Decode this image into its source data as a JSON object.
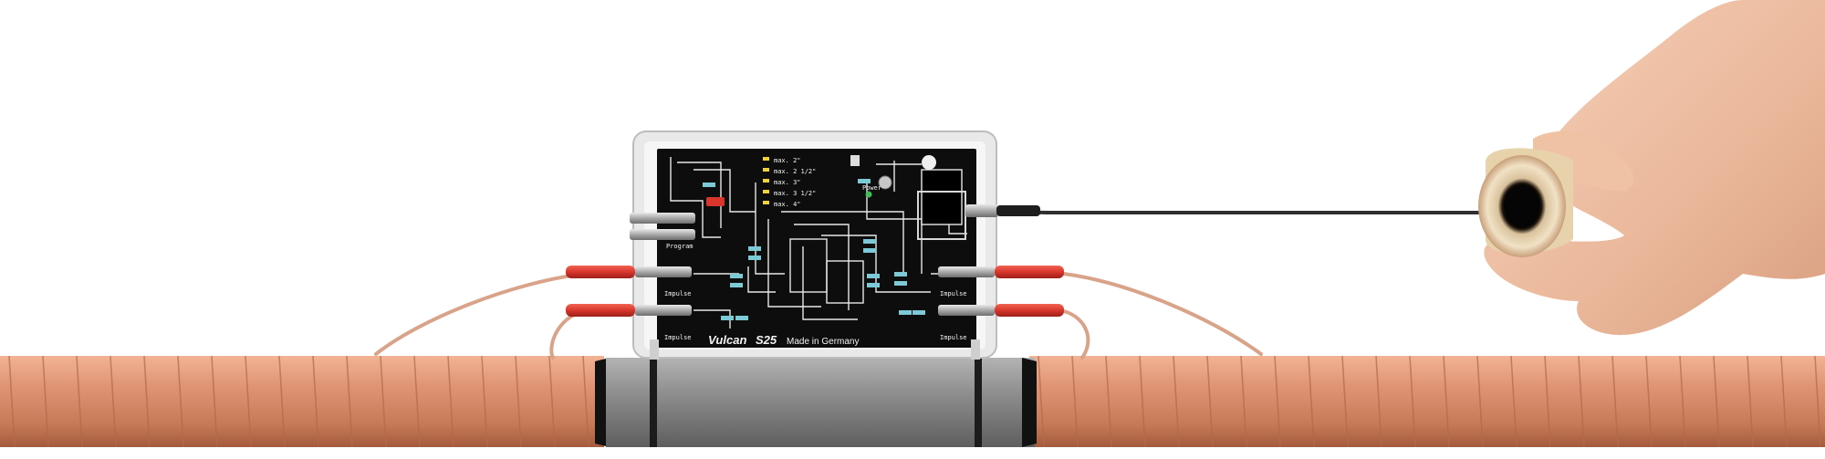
{
  "device": {
    "brand": "Vulcan",
    "model": "S25",
    "origin": "Made in Germany",
    "program_label": "Program",
    "power_label": "Power",
    "impulse_label": "Impulse",
    "pipe_sizes": [
      "max. 2\"",
      "max. 2 1/2\"",
      "max. 3\"",
      "max. 3 1/2\"",
      "max. 4\""
    ]
  },
  "colors": {
    "copper": "#d98f6c",
    "copper_dark": "#b36a48",
    "board": "#0d0d0d",
    "trace": "#e8e8e8",
    "led": "#f2d23a",
    "connector_red": "#d8362c",
    "sleeve_grey": "#8a8a8a",
    "cable_dark": "#3a3a3a",
    "skin": "#f1c4a6"
  }
}
